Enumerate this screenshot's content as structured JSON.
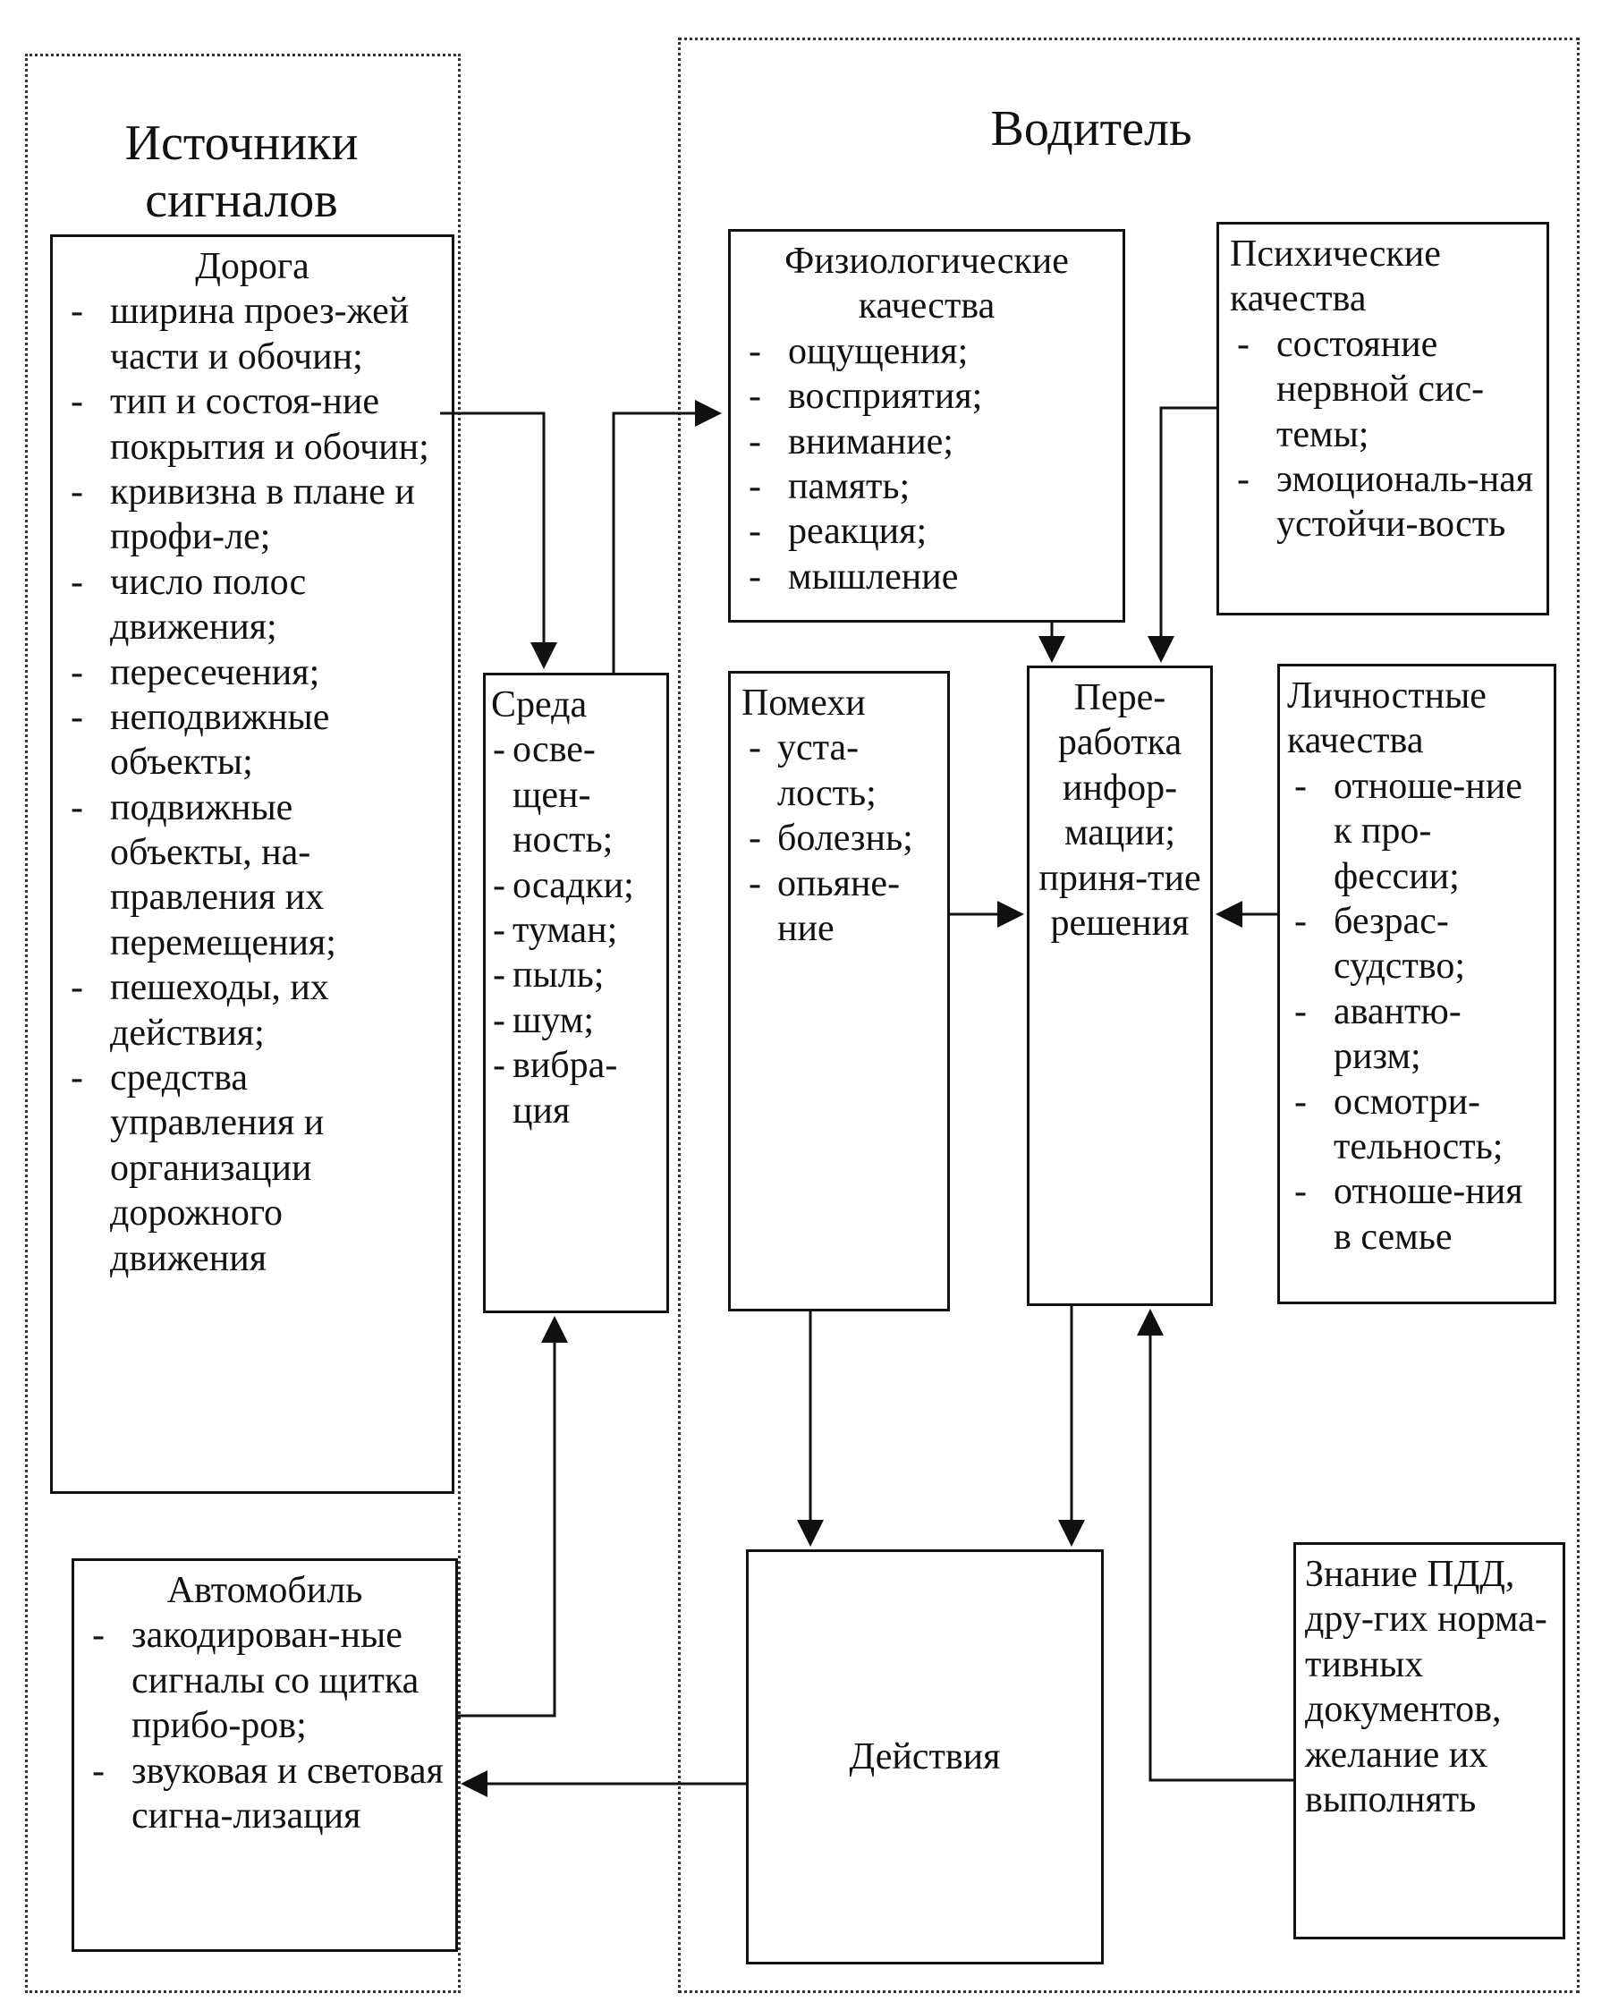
{
  "sources": {
    "heading": "Источники сигналов",
    "road": {
      "title": "Дорога",
      "items": [
        "ширина проез-жей части и обочин;",
        "тип и состоя-ние покрытия и обочин;",
        "кривизна в плане и профи-ле;",
        "число полос движения;",
        "пересечения;",
        "неподвижные объекты;",
        "подвижные объекты, на-правления их перемещения;",
        "пешеходы, их действия;",
        "средства управления и организации дорожного движения"
      ]
    },
    "car": {
      "title": "Автомобиль",
      "items": [
        "закодирован-ные сигналы со щитка прибо-ров;",
        "звуковая и световая сигна-лизация"
      ]
    }
  },
  "environment": {
    "title": "Среда",
    "items": [
      "осве-щен-ность;",
      "осадки;",
      "туман;",
      "пыль;",
      "шум;",
      "вибра-ция"
    ]
  },
  "driver": {
    "heading": "Водитель",
    "physiological": {
      "title": "Физиологические качества",
      "items": [
        "ощущения;",
        "восприятия;",
        "внимание;",
        "память;",
        "реакция;",
        "мышление"
      ]
    },
    "psychic": {
      "title": "Психические качества",
      "items": [
        "состояние нервной сис-темы;",
        "эмоциональ-ная устойчи-вость"
      ]
    },
    "interference": {
      "title": "Помехи",
      "items": [
        "уста-лость;",
        "болезнь;",
        "опьяне-ние"
      ]
    },
    "processing": {
      "text": "Пере-работка инфор-мации; приня-тие решения"
    },
    "personal": {
      "title": "Личностные качества",
      "items": [
        "отноше-ние к про-фессии;",
        "безрас-судство;",
        "авантю-ризм;",
        "осмотри-тельность;",
        "отноше-ния в семье"
      ]
    },
    "actions": {
      "text": "Действия"
    },
    "knowledge": {
      "text": "Знание ПДД, дру-гих норма-тивных документов, желание их выполнять"
    }
  }
}
